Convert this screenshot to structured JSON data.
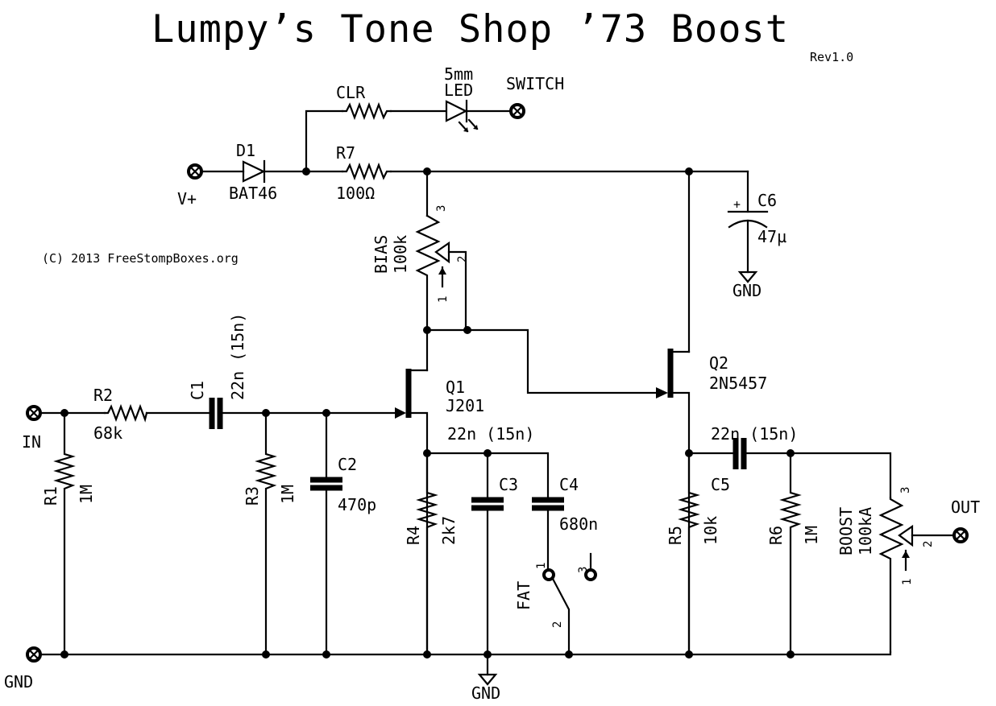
{
  "title": "Lumpy’s Tone Shop ’73 Boost",
  "revision": "Rev1.0",
  "copyright": "(C) 2013 FreeStompBoxes.org",
  "connectors": {
    "vplus": "V+",
    "in": "IN",
    "gnd_left": "GND",
    "out": "OUT",
    "switch": "SWITCH"
  },
  "ground_labels": {
    "c6_gnd": "GND",
    "main_gnd": "GND"
  },
  "components": {
    "D1": {
      "ref": "D1",
      "value": "BAT46"
    },
    "R7": {
      "ref": "R7",
      "value": "100Ω"
    },
    "CLR": {
      "ref": "CLR"
    },
    "LED": {
      "line1": "5mm",
      "line2": "LED"
    },
    "BIAS": {
      "ref": "BIAS",
      "value": "100k",
      "pin1": "1",
      "pin2": "2",
      "pin3": "3"
    },
    "C6": {
      "ref": "C6",
      "value": "47µ",
      "polarity": "+"
    },
    "R2": {
      "ref": "R2",
      "value": "68k"
    },
    "C1": {
      "ref": "C1",
      "value": "22n (15n)"
    },
    "R1": {
      "ref": "R1",
      "value": "1M"
    },
    "R3": {
      "ref": "R3",
      "value": "1M"
    },
    "C2": {
      "ref": "C2",
      "value": "470p"
    },
    "Q1": {
      "ref": "Q1",
      "value": "J201"
    },
    "C3": {
      "ref": "C3",
      "value": "22n (15n)"
    },
    "R4": {
      "ref": "R4",
      "value": "2k7"
    },
    "C4": {
      "ref": "C4",
      "value": "680n"
    },
    "FAT": {
      "ref": "FAT",
      "pin1": "1",
      "pin2": "2",
      "pin3": "3"
    },
    "Q2": {
      "ref": "Q2",
      "value": "2N5457"
    },
    "C5": {
      "ref": "C5",
      "value": "22n (15n)"
    },
    "R5": {
      "ref": "R5",
      "value": "10k"
    },
    "R6": {
      "ref": "R6",
      "value": "1M"
    },
    "BOOST": {
      "ref": "BOOST",
      "value": "100kA",
      "pin1": "1",
      "pin2": "2",
      "pin3": "3"
    }
  }
}
